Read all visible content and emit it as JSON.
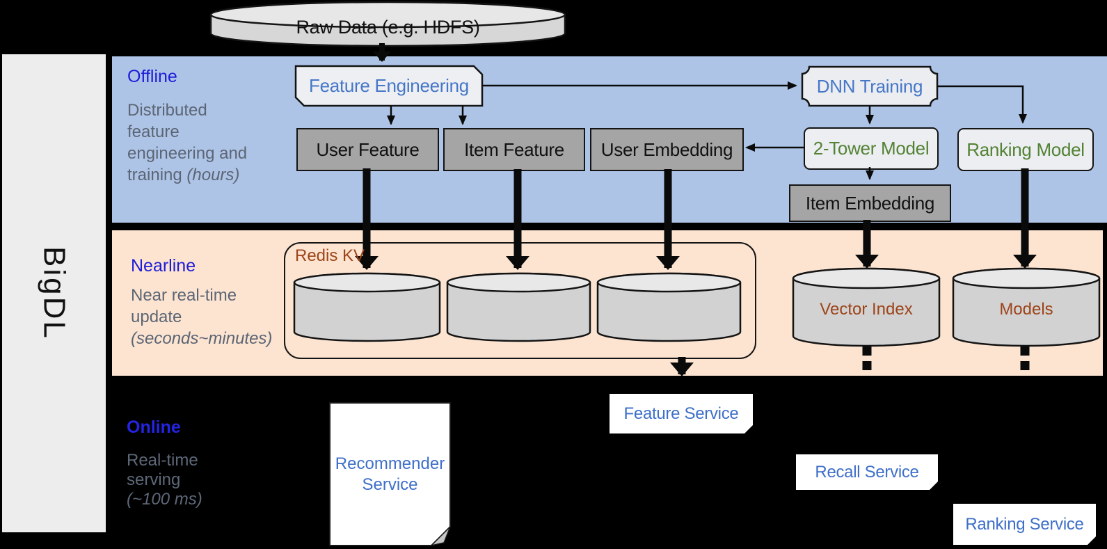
{
  "brand": "BigDL",
  "source_label": "Raw Data (e.g. HDFS)",
  "bands": {
    "offline": {
      "title": "Offline",
      "line1": "Distributed",
      "line2": "feature",
      "line3": "engineering and",
      "line4": "training",
      "line4_italic": "(hours)"
    },
    "nearline": {
      "title": "Nearline",
      "line1": "Near real-time",
      "line2": "update",
      "line3_italic": "(seconds~minutes)"
    },
    "online": {
      "title": "Online",
      "line1": "Real-time",
      "line2": "serving",
      "line3_italic": "(~100 ms)"
    }
  },
  "nodes": {
    "feature_engineering": "Feature Engineering",
    "dnn_training": "DNN Training",
    "user_feature": "User Feature",
    "item_feature": "Item Feature",
    "user_embedding": "User Embedding",
    "two_tower_model": "2-Tower Model",
    "ranking_model": "Ranking Model",
    "item_embedding": "Item Embedding",
    "redis_kv": "Redis KV",
    "vector_index": "Vector Index",
    "models": "Models",
    "recommender_service": "Recommender Service",
    "feature_service": "Feature Service",
    "recall_service": "Recall Service",
    "ranking_service": "Ranking Service"
  },
  "colors": {
    "offline_band": "#aec4e7",
    "nearline_band": "#fce4d1",
    "online_band": "#000000",
    "section_title_blue": "#1c1cd8",
    "desc_gray": "#5b6574",
    "node_blue": "#4677c8",
    "node_green": "#538234",
    "storage_brown": "#9d4419",
    "service_blue": "#3e6fc9",
    "gray_box": "#a5a5a5",
    "light_box": "#eceef1"
  }
}
